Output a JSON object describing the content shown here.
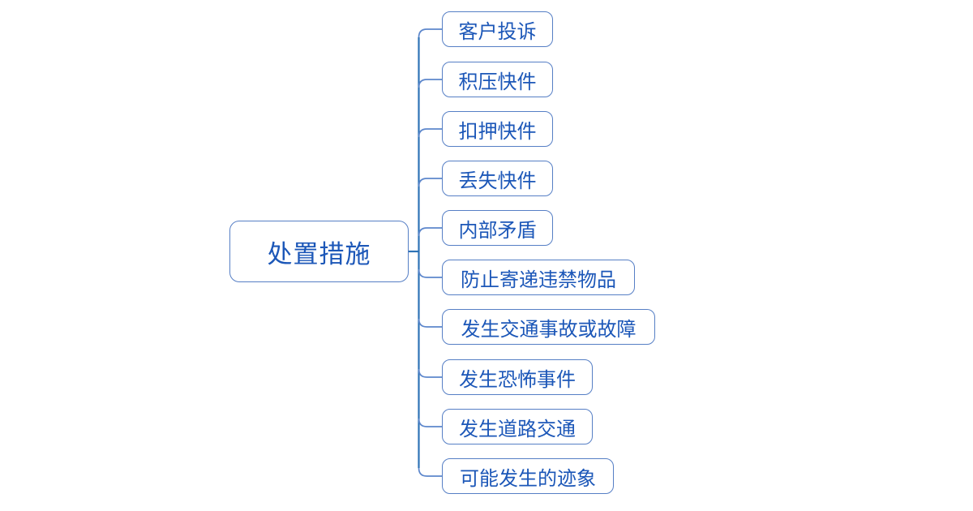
{
  "mindmap": {
    "root": {
      "label": "处置措施"
    },
    "children": [
      {
        "label": "客户投诉"
      },
      {
        "label": "积压快件"
      },
      {
        "label": "扣押快件"
      },
      {
        "label": "丢失快件"
      },
      {
        "label": "内部矛盾"
      },
      {
        "label": "防止寄递违禁物品"
      },
      {
        "label": "发生交通事故或故障"
      },
      {
        "label": "发生恐怖事件"
      },
      {
        "label": "发生道路交通"
      },
      {
        "label": "可能发生的迹象"
      }
    ],
    "colors": {
      "text": "#1c57b8",
      "node_border": "#567fc5",
      "trunk": "#2e73b6",
      "branch": "#5d87cc",
      "background": "#ffffff"
    }
  }
}
